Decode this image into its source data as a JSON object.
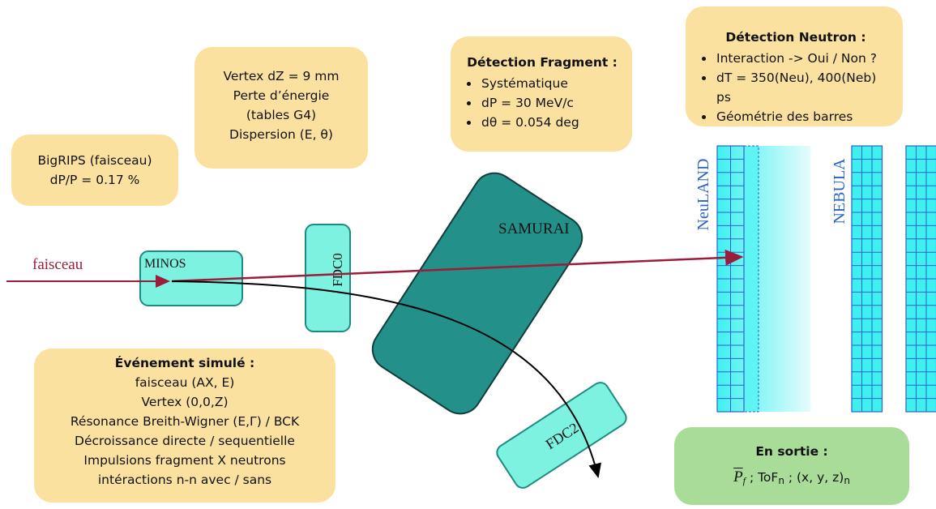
{
  "bigrips": {
    "line1": "BigRIPS (faisceau)",
    "line2": "dP/P = 0.17 %"
  },
  "vertex": {
    "lines": [
      "Vertex dZ = 9 mm",
      "Perte d’énergie",
      "(tables G4)",
      "Dispersion (E, θ)"
    ]
  },
  "fragment": {
    "title": "Détection Fragment :",
    "items": [
      "Systématique",
      "dP = 30 MeV/c",
      "dθ = 0.054 deg"
    ]
  },
  "neutron": {
    "title": "Détection Neutron :",
    "items": [
      "Interaction -> Oui / Non ?",
      "dT = 350(Neu), 400(Neb) ps",
      "Géométrie des barres"
    ]
  },
  "event": {
    "title": "Événement simulé :",
    "lines": [
      "faisceau (AX, E)",
      "Vertex (0,0,Z)",
      "Résonance Breith-Wigner (E,Γ) / BCK",
      "Décroissance directe / sequentielle",
      "Impulsions fragment  X neutrons",
      "intéractions n-n avec / sans"
    ]
  },
  "output": {
    "title": "En sortie :",
    "p": "P",
    "p_sub": "f",
    "sep1": " ; ToF",
    "n1": "n",
    "sep2": " ;  (x, y, z)",
    "n2": "n"
  },
  "labels": {
    "faisceau": "faisceau",
    "minos": "MINOS",
    "fdc0": "FDC0",
    "samurai": "SAMURAI",
    "fdc2": "FDC2",
    "neuland": "NeuLAND",
    "nebula": "NEBULA"
  },
  "colors": {
    "box_yellow": "#fbe1a0",
    "box_green": "#a9dc99",
    "detector": "#7df2e0",
    "magnet": "#239089",
    "beam": "#9c1c3c",
    "grid_blue": "#2a64c8"
  }
}
